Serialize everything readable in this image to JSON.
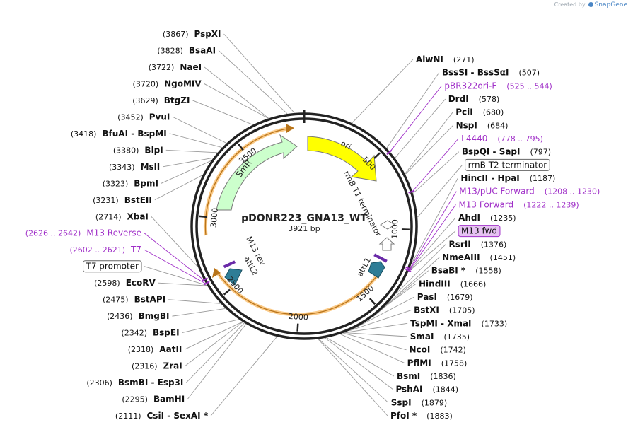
{
  "credit": {
    "prefix": "Created by",
    "brand": "SnapGene"
  },
  "plasmid": {
    "name": "pDONR223_GNA13_WT",
    "length_label": "3921 bp",
    "length": 3921
  },
  "colors": {
    "feature_purple": "#a030c8",
    "ori_fill": "#ffff00",
    "smr_fill": "#ccffcc",
    "orange_highlight": "#f7a128",
    "att_fill": "#2e7d96",
    "primer_bar": "#6a2aa8",
    "line": "#888888"
  },
  "ruler": [
    {
      "pos": 500,
      "label": "500"
    },
    {
      "pos": 1000,
      "label": "1000"
    },
    {
      "pos": 1500,
      "label": "1500"
    },
    {
      "pos": 2000,
      "label": "2000"
    },
    {
      "pos": 2500,
      "label": "2500"
    },
    {
      "pos": 3000,
      "label": "3000"
    },
    {
      "pos": 3500,
      "label": "3500"
    }
  ],
  "ring_features": {
    "ori": "ori",
    "smr": "SmR",
    "rrnb": "rrnB T1 terminator",
    "m13rev": "M13 rev",
    "attl2": "attL2",
    "attl1": "attL1"
  },
  "enzymes": [
    {
      "name": "PspXI",
      "pos_text": "(3867)",
      "pos": 3867
    },
    {
      "name": "BsaAI",
      "pos_text": "(3828)",
      "pos": 3828
    },
    {
      "name": "NaeI",
      "pos_text": "(3722)",
      "pos": 3722
    },
    {
      "name": "NgoMIV",
      "pos_text": "(3720)",
      "pos": 3720
    },
    {
      "name": "BtgZI",
      "pos_text": "(3629)",
      "pos": 3629
    },
    {
      "name": "PvuI",
      "pos_text": "(3452)",
      "pos": 3452
    },
    {
      "name": "BfuAI  -  BspMI",
      "pos_text": "(3418)",
      "pos": 3418
    },
    {
      "name": "BlpI",
      "pos_text": "(3380)",
      "pos": 3380
    },
    {
      "name": "MslI",
      "pos_text": "(3343)",
      "pos": 3343
    },
    {
      "name": "BpmI",
      "pos_text": "(3323)",
      "pos": 3323
    },
    {
      "name": "BstEII",
      "pos_text": "(3231)",
      "pos": 3231
    },
    {
      "name": "XbaI",
      "pos_text": "(2714)",
      "pos": 2714
    },
    {
      "name": "EcoRV",
      "pos_text": "(2598)",
      "pos": 2598
    },
    {
      "name": "BstAPI",
      "pos_text": "(2475)",
      "pos": 2475
    },
    {
      "name": "BmgBI",
      "pos_text": "(2436)",
      "pos": 2436
    },
    {
      "name": "BspEI",
      "pos_text": "(2342)",
      "pos": 2342
    },
    {
      "name": "AatII",
      "pos_text": "(2318)",
      "pos": 2318
    },
    {
      "name": "ZraI",
      "pos_text": "(2316)",
      "pos": 2316
    },
    {
      "name": "BsmBI  -  Esp3I",
      "pos_text": "(2306)",
      "pos": 2306
    },
    {
      "name": "BamHI",
      "pos_text": "(2295)",
      "pos": 2295
    },
    {
      "name": "CsiI  -  SexAI *",
      "pos_text": "(2111)",
      "pos": 2111
    },
    {
      "name": "PfoI *",
      "pos_text": "(1883)",
      "pos": 1883
    },
    {
      "name": "AlwNI",
      "pos_text": "(271)",
      "pos": 271
    },
    {
      "name": "BssSI  -  BssSαI",
      "pos_text": "(507)",
      "pos": 507
    },
    {
      "name": "DrdI",
      "pos_text": "(578)",
      "pos": 578
    },
    {
      "name": "PciI",
      "pos_text": "(680)",
      "pos": 680
    },
    {
      "name": "NspI",
      "pos_text": "(684)",
      "pos": 684
    },
    {
      "name": "BspQI  -  SapI",
      "pos_text": "(797)",
      "pos": 797
    },
    {
      "name": "HincII  -  HpaI",
      "pos_text": "(1187)",
      "pos": 1187
    },
    {
      "name": "AhdI",
      "pos_text": "(1235)",
      "pos": 1235
    },
    {
      "name": "RsrII",
      "pos_text": "(1376)",
      "pos": 1376
    },
    {
      "name": "NmeAIII",
      "pos_text": "(1451)",
      "pos": 1451
    },
    {
      "name": "BsaBI *",
      "pos_text": "(1558)",
      "pos": 1558
    },
    {
      "name": "HindIII",
      "pos_text": "(1666)",
      "pos": 1666
    },
    {
      "name": "PasI",
      "pos_text": "(1679)",
      "pos": 1679
    },
    {
      "name": "BstXI",
      "pos_text": "(1705)",
      "pos": 1705
    },
    {
      "name": "TspMI  -  XmaI",
      "pos_text": "(1733)",
      "pos": 1733
    },
    {
      "name": "SmaI",
      "pos_text": "(1735)",
      "pos": 1735
    },
    {
      "name": "NcoI",
      "pos_text": "(1742)",
      "pos": 1742
    },
    {
      "name": "PflMI",
      "pos_text": "(1758)",
      "pos": 1758
    },
    {
      "name": "BsmI",
      "pos_text": "(1836)",
      "pos": 1836
    },
    {
      "name": "PshAI",
      "pos_text": "(1844)",
      "pos": 1844
    },
    {
      "name": "SspI",
      "pos_text": "(1879)",
      "pos": 1879
    }
  ],
  "features": [
    {
      "name": "pBR322ori-F",
      "range": "(525 .. 544)",
      "pos": 534,
      "type": "primer"
    },
    {
      "name": "L4440",
      "range": "(778 .. 795)",
      "pos": 786,
      "type": "primer"
    },
    {
      "name": "rrnB T2 terminator",
      "range": "",
      "pos": 930,
      "type": "box"
    },
    {
      "name": "M13/pUC Forward",
      "range": "(1208 .. 1230)",
      "pos": 1219,
      "type": "primer"
    },
    {
      "name": "M13 Forward",
      "range": "(1222 .. 1239)",
      "pos": 1230,
      "type": "primer"
    },
    {
      "name": "M13 fwd",
      "range": "",
      "pos": 1235,
      "type": "pbox"
    },
    {
      "name": "M13 Reverse",
      "range": "(2626 .. 2642)",
      "pos": 2634,
      "type": "primer"
    },
    {
      "name": "T7",
      "range": "(2602 .. 2621)",
      "pos": 2611,
      "type": "primer"
    },
    {
      "name": "T7 promoter",
      "range": "",
      "pos": 2600,
      "type": "box"
    }
  ]
}
